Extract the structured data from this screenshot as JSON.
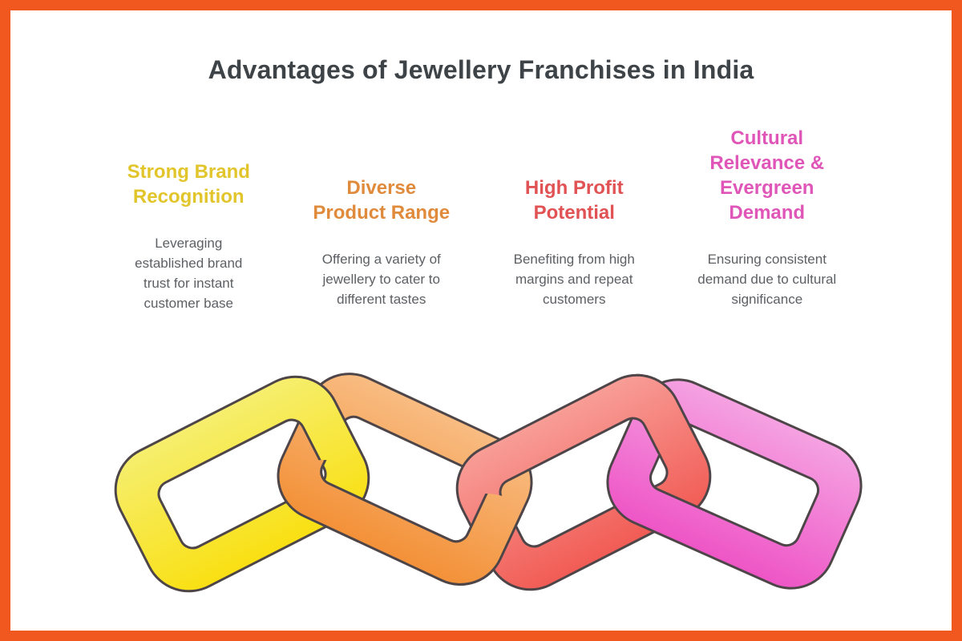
{
  "page": {
    "border_color": "#F0581F",
    "background_color": "#FFFFFF"
  },
  "title": {
    "text": "Advantages of Jewellery Franchises in India",
    "color": "#3E4347"
  },
  "advantages": [
    {
      "heading": "Strong Brand Recognition",
      "description": "Leveraging established brand trust for instant customer base",
      "heading_color": "#E2C52B",
      "link_gradient_top": "#F6EE6E",
      "link_gradient_bottom": "#F9E013"
    },
    {
      "heading": "Diverse Product Range",
      "description": "Offering a variety of jewellery to cater to different tastes",
      "heading_color": "#E08A3C",
      "link_gradient_top": "#F8BC82",
      "link_gradient_bottom": "#F39138"
    },
    {
      "heading": "High Profit Potential",
      "description": "Benefiting from high margins and repeat customers",
      "heading_color": "#E05253",
      "link_gradient_top": "#F89D97",
      "link_gradient_bottom": "#F15C55"
    },
    {
      "heading": "Cultural Relevance & Evergreen Demand",
      "description": "Ensuring consistent demand due to cultural significance",
      "heading_color": "#DF56B8",
      "link_gradient_top": "#F5A2E2",
      "link_gradient_bottom": "#EE55C6"
    }
  ],
  "illustration": {
    "type": "interlocking-chain-links",
    "link_count": 4,
    "outline_color": "#4E4549",
    "body_text_color": "#5C5F63"
  }
}
